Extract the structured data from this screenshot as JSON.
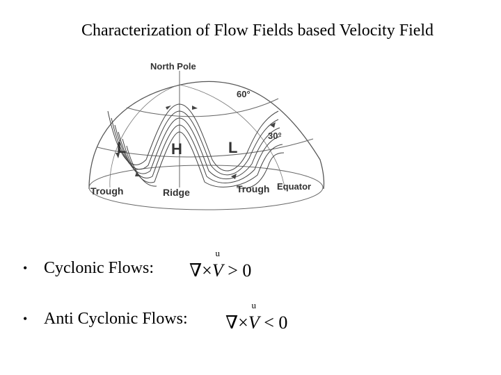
{
  "title": "Characterization of Flow Fields based Velocity Field",
  "diagram": {
    "labels": {
      "north_pole": "North Pole",
      "lat60": "60°",
      "lat30": "30°",
      "equator": "Equator",
      "low_left": "L",
      "high": "H",
      "low_right": "L",
      "trough_left": "Trough",
      "ridge": "Ridge",
      "trough_right": "Trough"
    }
  },
  "bullets": [
    {
      "label": "Cyclonic Flows:",
      "nabla": "∇",
      "times": "×",
      "vec": "V",
      "arrow": "u",
      "relation": "> 0"
    },
    {
      "label": "Anti Cyclonic Flows:",
      "nabla": "∇",
      "times": "×",
      "vec": "V",
      "arrow": "u",
      "relation": "< 0"
    }
  ],
  "bullet_symbol": "•"
}
